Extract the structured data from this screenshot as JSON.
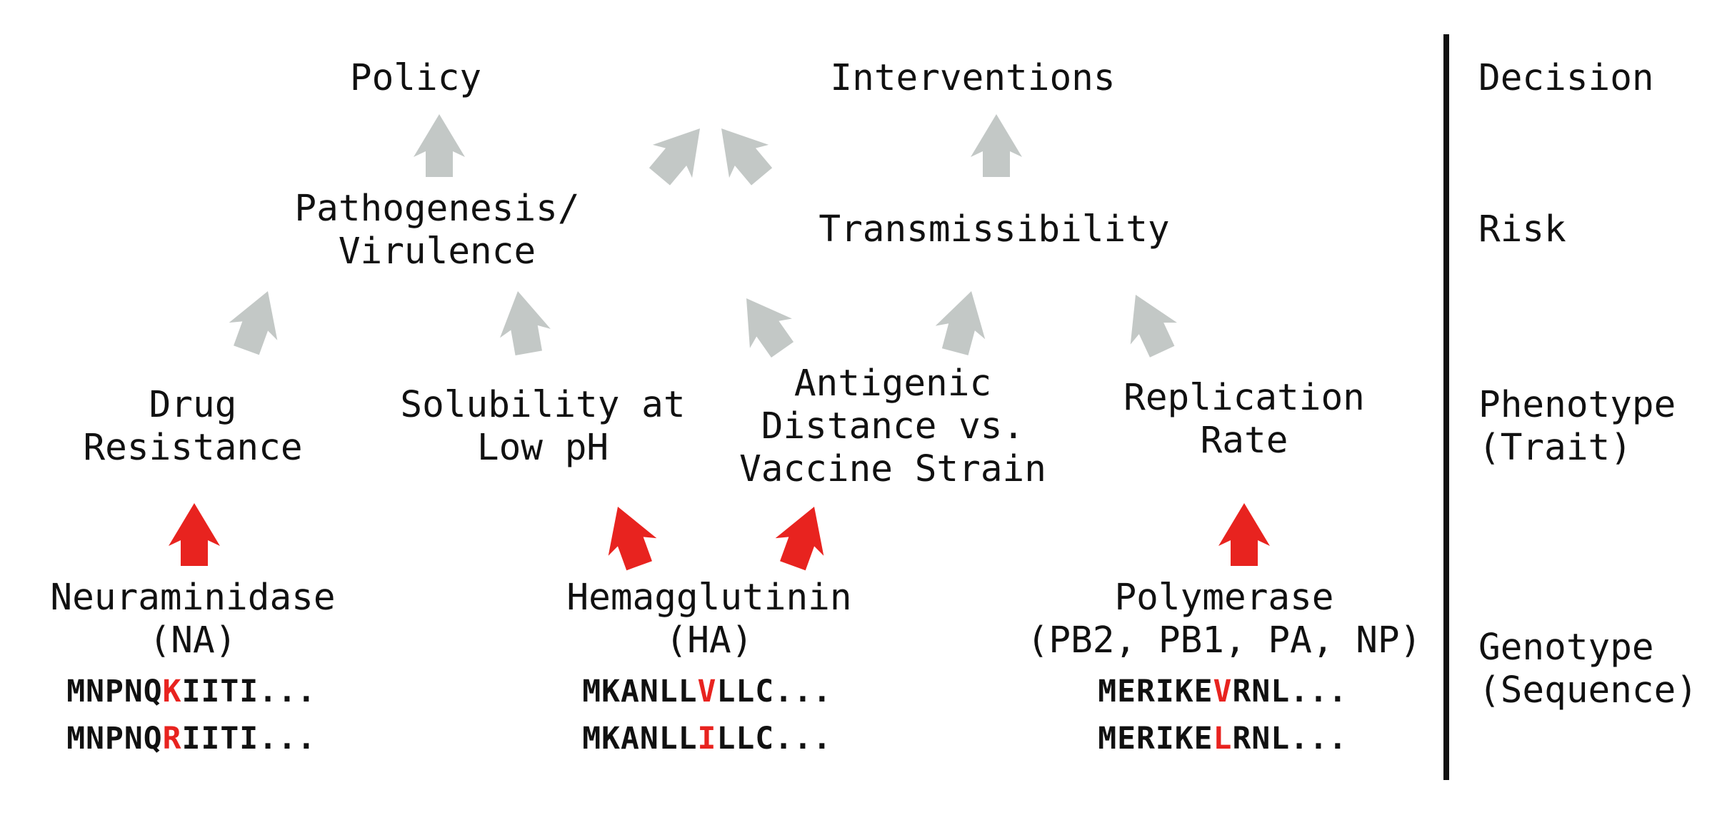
{
  "colors": {
    "grey_arrow": "#c3c8c6",
    "red_arrow": "#e8231f",
    "text": "#111111",
    "mutation": "#e8231f",
    "divider": "#111111"
  },
  "levels": {
    "decision": [
      "Decision"
    ],
    "risk": [
      "Risk"
    ],
    "phenotype": [
      "Phenotype",
      "(Trait)"
    ],
    "genotype": [
      "Genotype",
      "(Sequence)"
    ]
  },
  "nodes": {
    "policy": [
      "Policy"
    ],
    "interventions": [
      "Interventions"
    ],
    "pathogenesis": [
      "Pathogenesis/",
      "Virulence"
    ],
    "transmissibility": [
      "Transmissibility"
    ],
    "drug_resistance": [
      "Drug",
      "Resistance"
    ],
    "solubility": [
      "Solubility at",
      "Low pH"
    ],
    "antigenic": [
      "Antigenic",
      "Distance vs.",
      "Vaccine Strain"
    ],
    "replication": [
      "Replication",
      "Rate"
    ],
    "neuraminidase": [
      "Neuraminidase",
      "(NA)"
    ],
    "hemagglutinin": [
      "Hemagglutinin",
      "(HA)"
    ],
    "polymerase": [
      "Polymerase",
      "(PB2, PB1, PA, NP)"
    ]
  },
  "sequences": {
    "na_1": {
      "prefix": "MNPNQ",
      "mutation": "K",
      "suffix": "IITI..."
    },
    "na_2": {
      "prefix": "MNPNQ",
      "mutation": "R",
      "suffix": "IITI..."
    },
    "ha_1": {
      "prefix": "MKANLL",
      "mutation": "V",
      "suffix": "LLC..."
    },
    "ha_2": {
      "prefix": "MKANLL",
      "mutation": "I",
      "suffix": "LLC..."
    },
    "pol_1": {
      "prefix": "MERIKE",
      "mutation": "V",
      "suffix": "RNL..."
    },
    "pol_2": {
      "prefix": "MERIKE",
      "mutation": "L",
      "suffix": "RNL..."
    }
  }
}
